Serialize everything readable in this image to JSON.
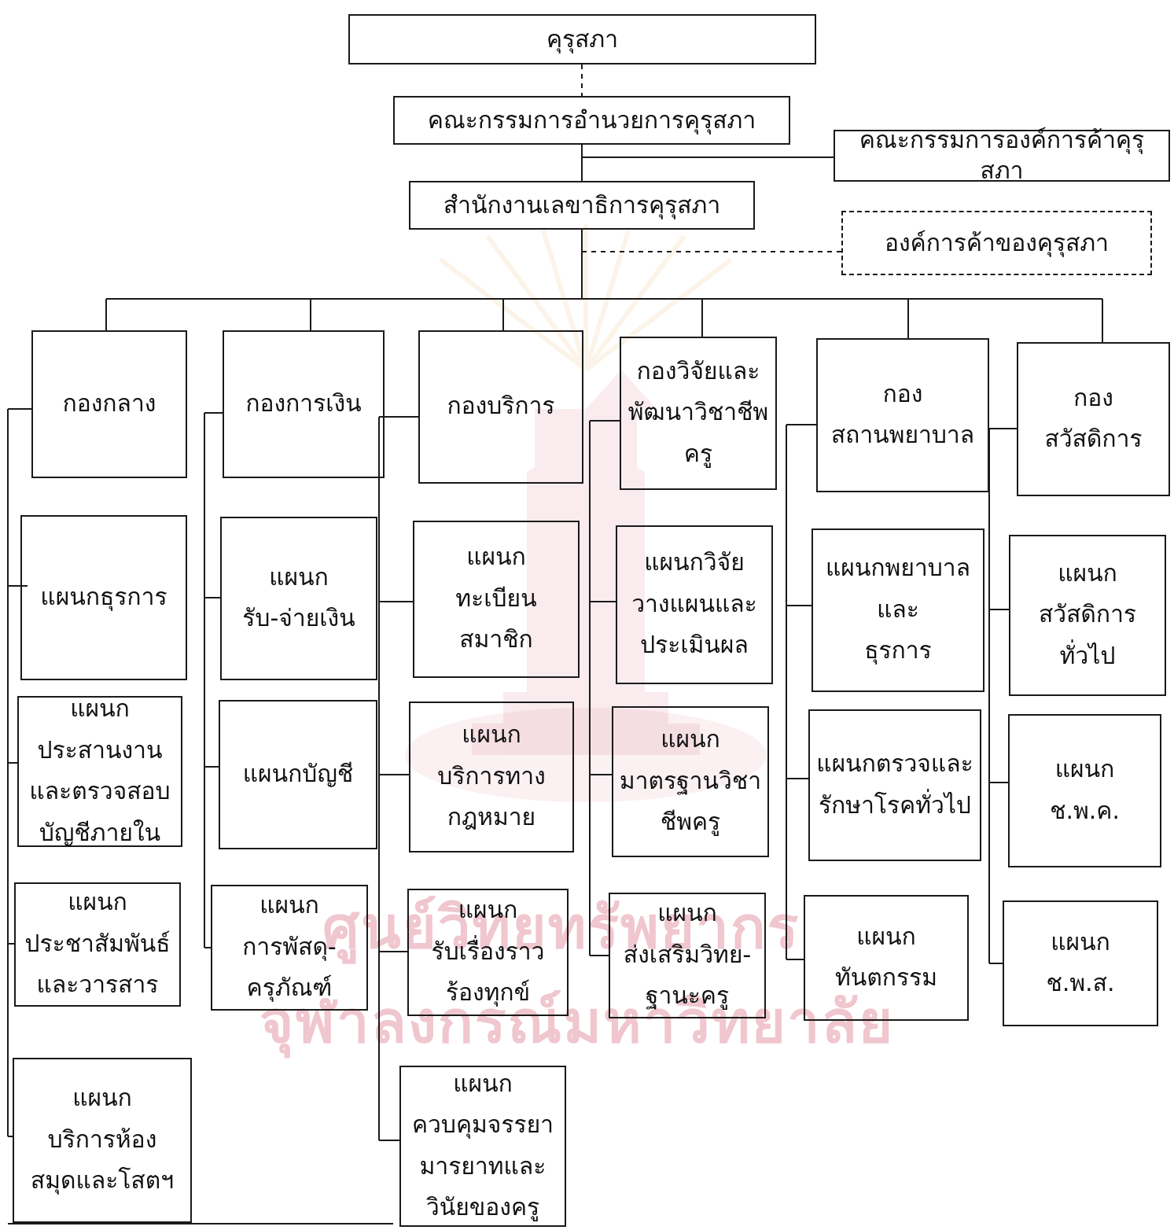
{
  "diagram": {
    "top": "คุรุสภา",
    "board": "คณะกรรมการอำนวยการคุรุสภา",
    "enterprise_board": "คณะกรรมการองค์การค้าคุรุสภา",
    "secretariat": "สำนักงานเลขาธิการคุรุสภา",
    "enterprise": "องค์การค้าของคุรุสภา",
    "divisions": [
      {
        "name": "กองกลาง",
        "sections": [
          "แผนกธุรการ",
          "แผนก\nประสานงาน\nและตรวจสอบ\nบัญชีภายใน",
          "แผนก\nประชาสัมพันธ์\nและวารสาร",
          "แผนก\nบริการห้อง\nสมุดและโสตฯ"
        ]
      },
      {
        "name": "กองการเงิน",
        "sections": [
          "แผนก\nรับ-จ่ายเงิน",
          "แผนกบัญชี",
          "แผนก\nการพัสดุ-\nครุภัณฑ์"
        ]
      },
      {
        "name": "กองบริการ",
        "sections": [
          "แผนก\nทะเบียน\nสมาชิก",
          "แผนก\nบริการทาง\nกฎหมาย",
          "แผนก\nรับเรื่องราว\nร้องทุกข์",
          "แผนก\nควบคุมจรรยา\nมารยาทและ\nวินัยของครู"
        ]
      },
      {
        "name": "กองวิจัยและ\nพัฒนาวิชาชีพ\nครู",
        "sections": [
          "แผนกวิจัย\nวางแผนและ\nประเมินผล",
          "แผนก\nมาตรฐานวิชา\nชีพครู",
          "แผนก\nส่งเสริมวิทย-\nฐานะครู"
        ]
      },
      {
        "name": "กอง\nสถานพยาบาล",
        "sections": [
          "แผนกพยาบาล\nและ\nธุรการ",
          "แผนกตรวจและ\nรักษาโรคทั่วไป",
          "แผนก\nทันตกรรม"
        ]
      },
      {
        "name": "กอง\nสวัสดิการ",
        "sections": [
          "แผนก\nสวัสดิการ\nทั่วไป",
          "แผนก\nช.พ.ค.",
          "แผนก\nช.พ.ส."
        ]
      }
    ]
  },
  "watermark": {
    "line1": "ศูนย์วิทยทรัพยากร",
    "line2": "จุฬาลงกรณ์มหาวิทยาลัย",
    "color": "#f0c6cf"
  }
}
